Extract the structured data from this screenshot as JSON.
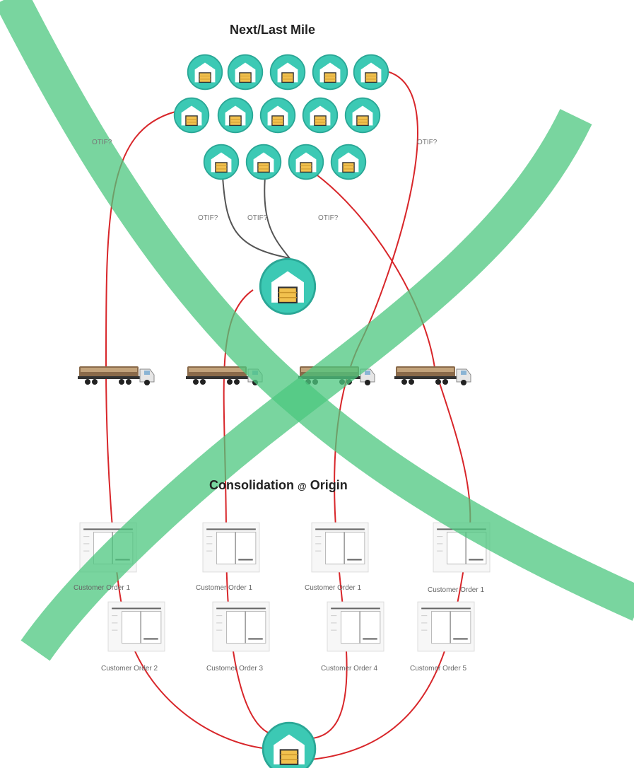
{
  "titles": {
    "top": "Next/Last Mile",
    "middle": "Consolidation",
    "middle_at": "@",
    "middle_end": "Origin"
  },
  "otif_label": "OTIF?",
  "orders_row1": [
    "Customer Order 1",
    "Customer Order 1",
    "Customer Order 1",
    "Customer Order 1"
  ],
  "orders_row2": [
    "Customer Order 2",
    "Customer Order 3",
    "Customer Order 4",
    "Customer Order 5"
  ],
  "colors": {
    "teal": "#3cc9b4",
    "door": "#f2c14e",
    "red_line": "#d8262a",
    "gray_line": "#555555",
    "cross_green": "#4cc77f"
  },
  "icons": {
    "warehouse": "warehouse-icon",
    "truck": "truck-icon",
    "order": "order-document-icon"
  }
}
